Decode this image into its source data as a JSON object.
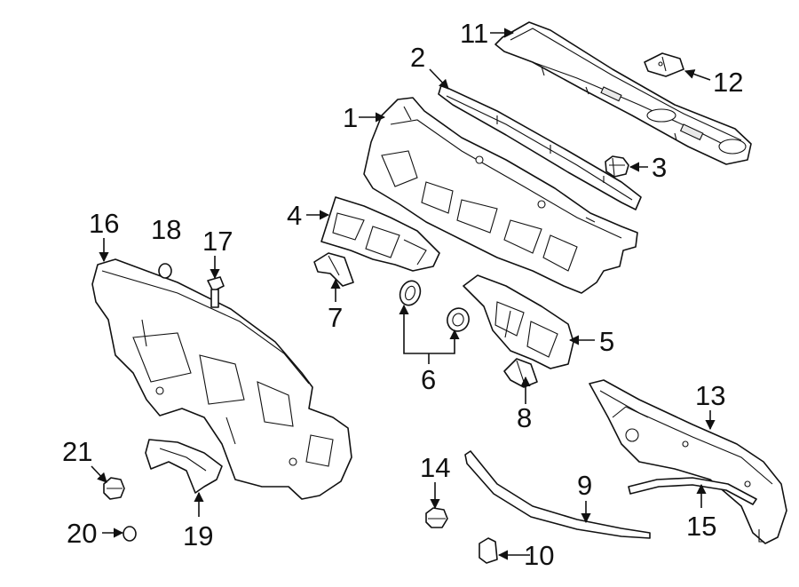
{
  "callouts": [
    {
      "id": "1",
      "text": "1"
    },
    {
      "id": "2",
      "text": "2"
    },
    {
      "id": "3",
      "text": "3"
    },
    {
      "id": "4",
      "text": "4"
    },
    {
      "id": "5",
      "text": "5"
    },
    {
      "id": "6",
      "text": "6"
    },
    {
      "id": "7",
      "text": "7"
    },
    {
      "id": "8",
      "text": "8"
    },
    {
      "id": "9",
      "text": "9"
    },
    {
      "id": "10",
      "text": "10"
    },
    {
      "id": "11",
      "text": "11"
    },
    {
      "id": "12",
      "text": "12"
    },
    {
      "id": "13",
      "text": "13"
    },
    {
      "id": "14",
      "text": "14"
    },
    {
      "id": "15",
      "text": "15"
    },
    {
      "id": "16",
      "text": "16"
    },
    {
      "id": "17",
      "text": "17"
    },
    {
      "id": "18",
      "text": "18"
    },
    {
      "id": "19",
      "text": "19"
    },
    {
      "id": "20",
      "text": "20"
    },
    {
      "id": "21",
      "text": "21"
    }
  ],
  "colors": {
    "line": "#111111",
    "background": "#ffffff"
  }
}
